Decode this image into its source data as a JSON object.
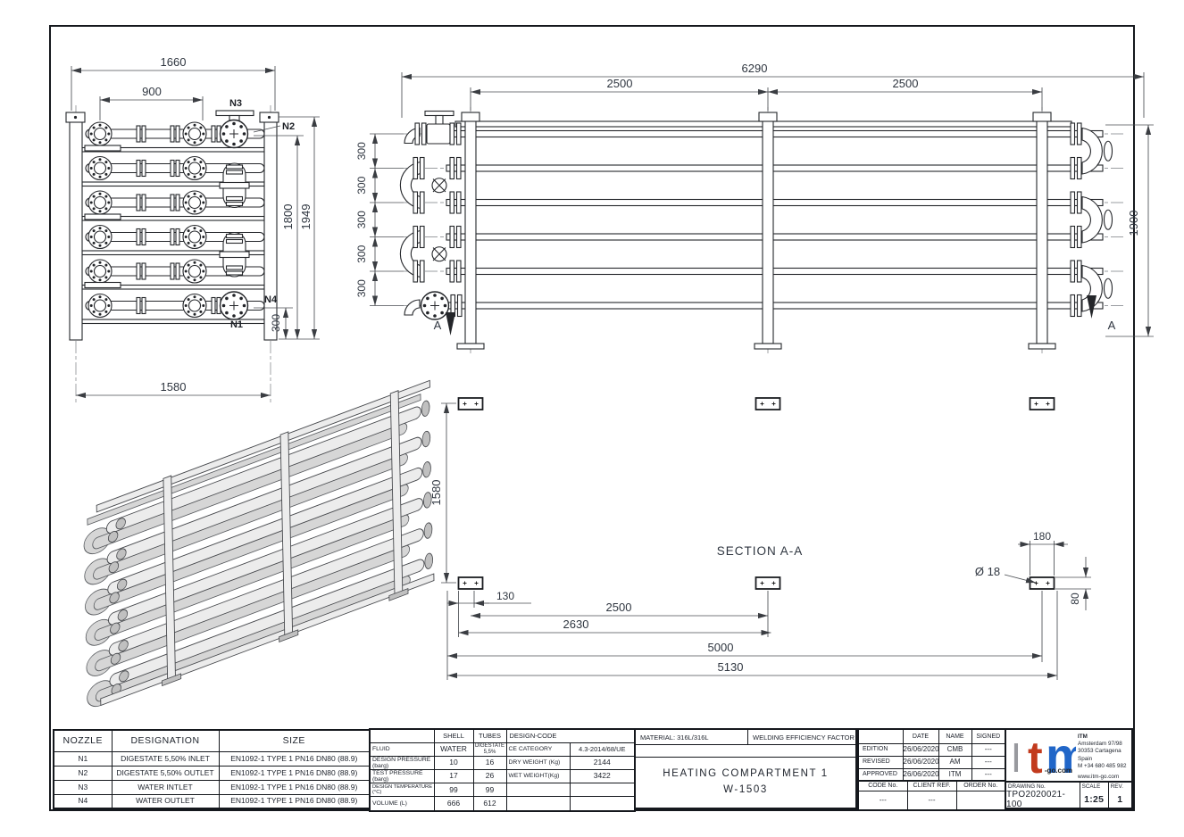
{
  "views": {
    "front": {
      "dim_width_top": "1660",
      "dim_width_inner": "900",
      "dim_height_tubes": "1800",
      "dim_height_overall": "1949",
      "dim_bottom_offset": "300",
      "dim_base": "1580",
      "nozzles": {
        "n1": "N1",
        "n2": "N2",
        "n3": "N3",
        "n4": "N4"
      }
    },
    "side": {
      "dim_length": "6290",
      "dim_span_left": "2500",
      "dim_span_right": "2500",
      "dim_height": "1900",
      "row_spacing": [
        "300",
        "300",
        "300",
        "300",
        "300"
      ],
      "section_marker": "A"
    },
    "section": {
      "title": "SECTION A-A",
      "dim_height": "1580",
      "dim_offset": "130",
      "dim_span": "2500",
      "dim_span_outer": "2630",
      "dim_length": "5000",
      "dim_length_outer": "5130",
      "dim_plate_width": "180",
      "dim_hole": "Ø 18",
      "dim_plate_depth": "80"
    }
  },
  "title_block": {
    "nozzle_table": {
      "headers": [
        "NOZZLE",
        "DESIGNATION",
        "SIZE"
      ],
      "rows": [
        [
          "N1",
          "DIGESTATE 5,50% INLET",
          "EN1092-1 TYPE 1 PN16 DN80 (88.9)"
        ],
        [
          "N2",
          "DIGESTATE 5,50% OUTLET",
          "EN1092-1 TYPE 1 PN16 DN80 (88.9)"
        ],
        [
          "N3",
          "WATER INTLET",
          "EN1092-1 TYPE 1 PN16 DN80 (88.9)"
        ],
        [
          "N4",
          "WATER OUTLET",
          "EN1092-1 TYPE 1 PN16 DN80 (88.9)"
        ]
      ]
    },
    "spec_table": {
      "col_shell": "SHELL",
      "col_tubes": "TUBES",
      "design_code_header": "DESIGN-CODE",
      "rows": [
        {
          "label": "FLUID",
          "shell": "WATER",
          "tubes": "DIGESTATE 5,5%",
          "code_label": "CE CATEGORY",
          "code_value": "4.3-2014/68/UE"
        },
        {
          "label": "DESIGN PRESSURE (barg)",
          "shell": "10",
          "tubes": "16",
          "code_label": "DRY WEIGHT (Kg)",
          "code_value": "2144"
        },
        {
          "label": "TEST PRESSURE (barg)",
          "shell": "17",
          "tubes": "26",
          "code_label": "WET WEIGHT(Kg)",
          "code_value": "3422"
        },
        {
          "label": "DESIGN TEMPERATURE (°C)",
          "shell": "99",
          "tubes": "99",
          "code_label": "",
          "code_value": ""
        },
        {
          "label": "VOLUME (L)",
          "shell": "666",
          "tubes": "612",
          "code_label": "",
          "code_value": ""
        }
      ]
    },
    "material": "MATERIAL: 316L/316L",
    "welding": "WELDING EFFICIENCY FACTOR",
    "title_line1": "HEATING COMPARTMENT 1",
    "title_line2": "W-1503",
    "approvals": {
      "date_header": "DATE",
      "name_header": "NAME",
      "signed_header": "SIGNED",
      "rows": [
        [
          "EDITION",
          "26/06/2020",
          "CMB",
          "---"
        ],
        [
          "REVISED",
          "26/06/2020",
          "AM",
          "---"
        ],
        [
          "APPROVED",
          "26/06/2020",
          "ITM",
          "---"
        ]
      ]
    },
    "refs": {
      "code_label": "CODE No.",
      "code_value": "---",
      "client_label": "CLIENT REF.",
      "client_value": "---",
      "order_label": "ORDER No.",
      "order_value": ""
    },
    "logo": {
      "l1": "I",
      "l2": "t",
      "l3": "m",
      "suffix": "-go.com",
      "address": [
        "ITM",
        "Amsterdam 97/98",
        "30353 Cartagena",
        "Spain",
        "M +34 680 485 982"
      ],
      "website": "www.itm-go.com"
    },
    "drawing_no_label": "DRAWING No.",
    "drawing_no": "TPO2020021-100",
    "scale_label": "SCALE",
    "scale": "1:25",
    "rev_label": "REV.",
    "rev": "1"
  }
}
